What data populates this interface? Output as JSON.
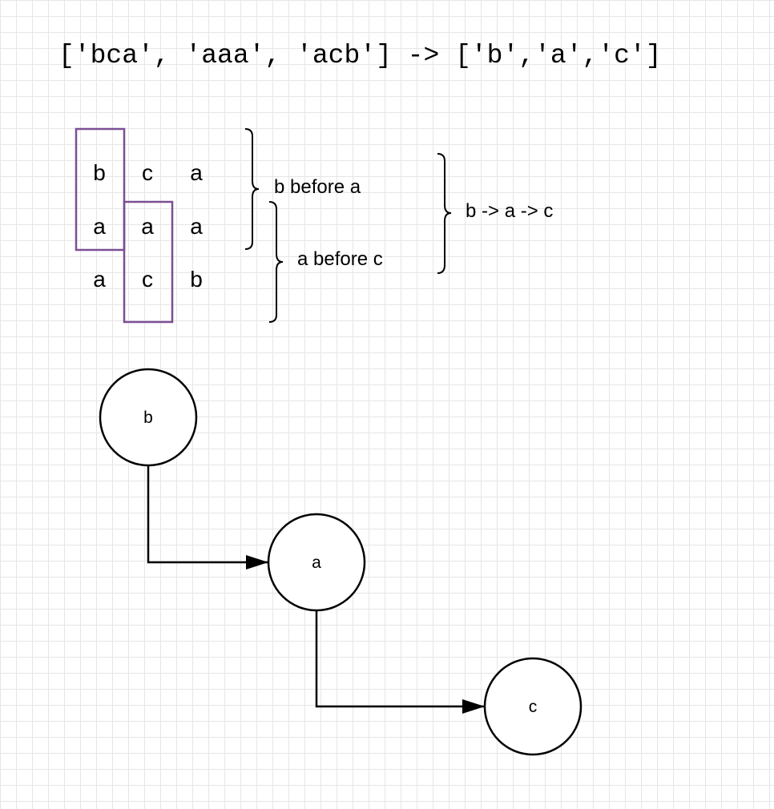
{
  "title": "['bca', 'aaa', 'acb'] -> ['b','a','c']",
  "grid": [
    [
      "b",
      "c",
      "a"
    ],
    [
      "a",
      "a",
      "a"
    ],
    [
      "a",
      "c",
      "b"
    ]
  ],
  "annotations": {
    "first_pair": "b before a",
    "second_pair": "a before c",
    "result": "b -> a -> c"
  },
  "graph": {
    "nodes": [
      "b",
      "a",
      "c"
    ],
    "edges": [
      [
        "b",
        "a"
      ],
      [
        "a",
        "c"
      ]
    ]
  },
  "colors": {
    "highlight_box": "#7b4f93",
    "stroke": "#000000",
    "grid_line": "#e6e6e6"
  }
}
